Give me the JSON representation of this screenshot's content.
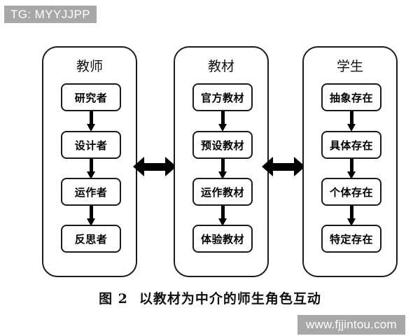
{
  "watermarks": {
    "top_left": "TG: MYYJJPP",
    "bottom_right": "www.fjjintou.com"
  },
  "figure": {
    "caption_number": "图 2",
    "caption_text": "以教材为中介的师生角色互动",
    "columns": [
      {
        "id": "teacher",
        "title": "教师",
        "nodes": [
          "研究者",
          "设计者",
          "运作者",
          "反思者"
        ]
      },
      {
        "id": "material",
        "title": "教材",
        "nodes": [
          "官方教材",
          "预设教材",
          "运作教材",
          "体验教材"
        ]
      },
      {
        "id": "student",
        "title": "学生",
        "nodes": [
          "抽象存在",
          "具体存在",
          "个体存在",
          "特定存在"
        ]
      }
    ],
    "connectors": {
      "vertical_icon": "arrow-down-icon",
      "horizontal_icon": "double-headed-arrow-icon"
    }
  },
  "colors": {
    "stroke": "#1b1b1b",
    "arrow": "#000000",
    "background": "#ffffff",
    "watermark_bg": "#a8a8a8",
    "watermark_text": "#ffffff"
  }
}
